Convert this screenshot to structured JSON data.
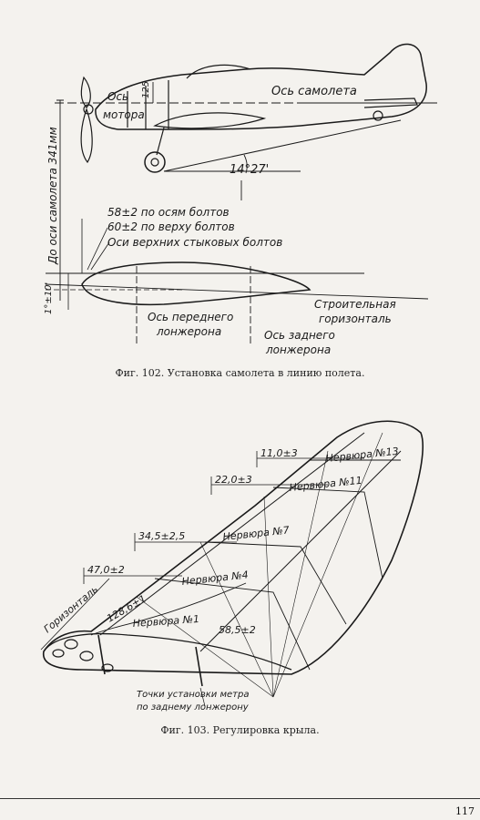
{
  "fig102": {
    "label_motor_axis_1": "Ось",
    "label_motor_axis_2": "мотора",
    "label_plane_axis": "Ось самолета",
    "dim_125": "125",
    "angle": "14°27'",
    "to_plane_axis": "До оси самолета 341мм",
    "bolt_axes": "58±2 по осям болтов",
    "bolt_top": "60±2 по верху болтов",
    "upper_bolt_axes": "Оси верхних стыковых болтов",
    "incidence": "1°±10'",
    "construction_1": "Строительная",
    "construction_2": "горизонталь",
    "front_spar_1": "Ось переднего",
    "front_spar_2": "лонжерона",
    "rear_spar_1": "Ось заднего",
    "rear_spar_2": "лонжерона",
    "caption": "Фиг. 102. Установка самолета в линию полета."
  },
  "fig103": {
    "d110": "11,0±3",
    "rib13": "Нервюра №13",
    "d220": "22,0±3",
    "rib11": "Нервюра №11",
    "d345": "34,5±2,5",
    "rib7": "Нервюра №7",
    "d470": "47,0±2",
    "rib4": "Нервюра №4",
    "d1286": "128,6±1",
    "rib1": "Нервюра №1",
    "d585": "58,5±2",
    "horizontal": "Горизонталь",
    "points_1": "Точки установки метра",
    "points_2": "по заднему лонжерону",
    "caption": "Фиг. 103. Регулировка крыла."
  },
  "page_number": "117"
}
